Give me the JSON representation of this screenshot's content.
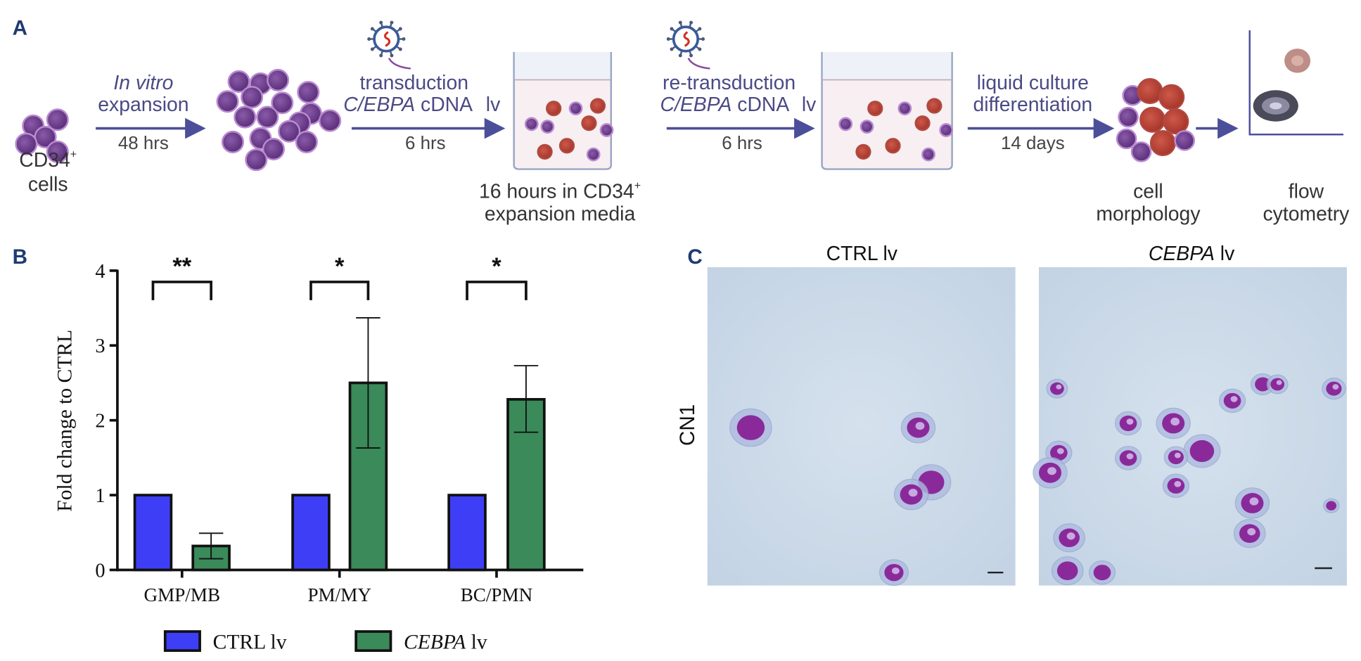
{
  "panels": {
    "a": "A",
    "b": "B",
    "c": "C"
  },
  "schematic": {
    "start_cells": {
      "line1": "CD34",
      "sup": "+",
      "line2": "cells"
    },
    "step1": {
      "label_italic": "In vitro",
      "label2": "expansion",
      "time": "48 hrs"
    },
    "step2": {
      "label1": "transduction",
      "gene_italic": "C/EBPA",
      "gene_rest": " cDNA",
      "vector": "lv",
      "time": "6 hrs"
    },
    "dish1": {
      "line1": "16 hours in CD34",
      "sup": "+",
      "line2": "expansion media"
    },
    "step3": {
      "label1": "re-transduction",
      "gene_italic": "C/EBPA",
      "gene_rest": " cDNA",
      "vector": "lv",
      "time": "6 hrs"
    },
    "step4": {
      "label1": "liquid culture",
      "label2": "differentiation",
      "time": "14 days"
    },
    "outcome1": {
      "line1": "cell",
      "line2": "morphology"
    },
    "outcome2": {
      "line1": "flow",
      "line2": "cytometry"
    }
  },
  "micrographs": {
    "row_label": "CN1",
    "left_title": "CTRL lv",
    "right_title_italic": "CEBPA",
    "right_title_rest": " lv"
  },
  "chart_data": {
    "type": "bar",
    "title": "",
    "xlabel": "",
    "ylabel": "Fold change to CTRL",
    "ylim": [
      0,
      4
    ],
    "yticks": [
      "0",
      "1",
      "2",
      "3",
      "4"
    ],
    "categories": [
      "GMP/MB",
      "PM/MY",
      "BC/PMN"
    ],
    "series": [
      {
        "name": "CTRL lv",
        "name_italic": "",
        "name_rest": "CTRL lv",
        "color": "#3e3ef7",
        "values": [
          1,
          1,
          1
        ],
        "err_low": [
          null,
          null,
          null
        ],
        "err_high": [
          null,
          null,
          null
        ]
      },
      {
        "name": "CEBPA lv",
        "name_italic": "CEBPA",
        "name_rest": " lv",
        "color": "#3a8a5a",
        "values": [
          0.32,
          2.5,
          2.28
        ],
        "err_low": [
          0.15,
          1.63,
          1.84
        ],
        "err_high": [
          0.49,
          3.37,
          2.73
        ]
      }
    ],
    "significance": [
      "**",
      "*",
      "*"
    ],
    "legend": "bottom"
  }
}
